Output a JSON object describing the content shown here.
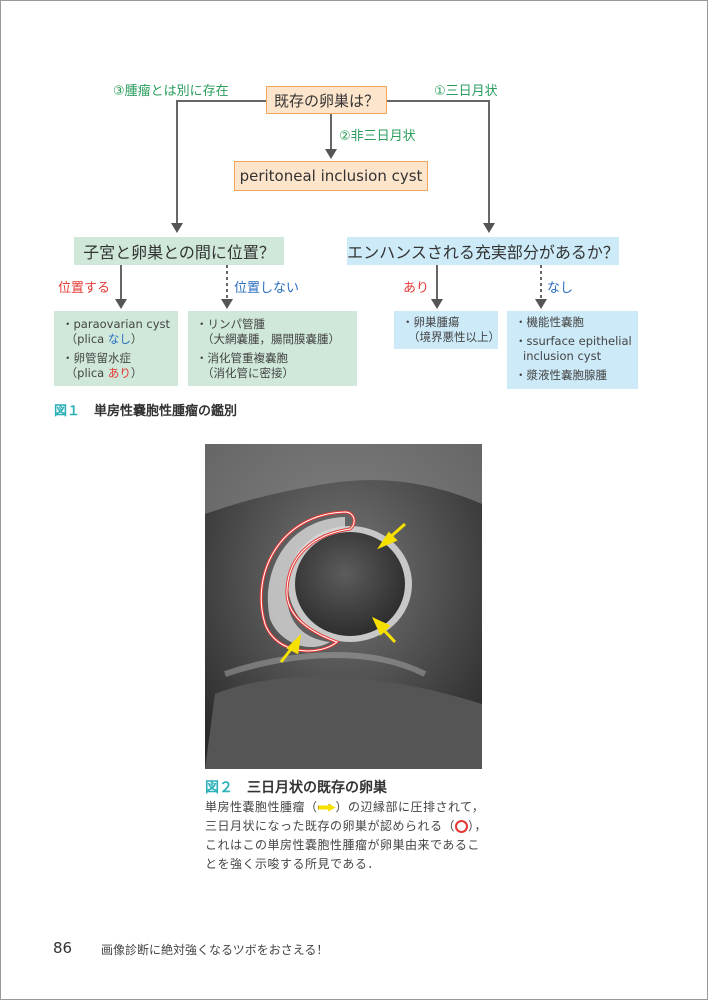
{
  "fig1": {
    "top_question": "既存の卵巣は？",
    "branch3": "③腫瘤とは別に存在",
    "branch1": "①三日月状",
    "branch2": "②非三日月状",
    "result2": "peritoneal inclusion cyst",
    "q_left": "子宮と卵巣との間に位置？",
    "q_right": "エンハンスされる充実部分があるか？",
    "left_yes": "位置する",
    "left_no": "位置しない",
    "right_yes": "あり",
    "right_no": "なし",
    "box_ll": [
      "・paraovarian cyst",
      "（plica ",
      "なし",
      "）",
      "・卵管留水症",
      "（plica ",
      "あり",
      "）"
    ],
    "box_lr": [
      "・リンパ管腫",
      "（大網嚢腫，腸間膜嚢腫）",
      "・消化管重複嚢胞",
      "（消化管に密接）"
    ],
    "box_rl": [
      "・卵巣腫瘍",
      "（境界悪性以上）"
    ],
    "box_rr": [
      "・機能性嚢胞",
      "・ssurface epithelial",
      "inclusion cyst",
      "・漿液性嚢胞腺腫"
    ],
    "caption_num": "図１",
    "caption": "単房性嚢胞性腫瘤の鑑別"
  },
  "fig2": {
    "caption_num": "図２",
    "caption": "三日月状の既存の卵巣",
    "body": [
      "単房性嚢胞性腫瘤（",
      "）の辺縁部に圧排されて，",
      "三日月状になった既存の卵巣が認められる（",
      "），",
      "これはこの単房性嚢胞性腫瘤が卵巣由来であるこ",
      "とを強く示唆する所見である．"
    ]
  },
  "footer": {
    "page": "86",
    "title": "画像診断に絶対強くなるツボをおさえる！"
  }
}
